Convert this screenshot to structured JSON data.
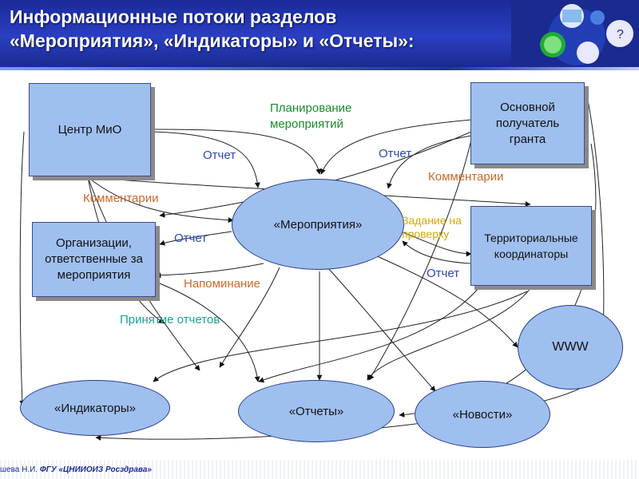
{
  "slide": {
    "title_line1": "Информационные потоки разделов",
    "title_line2": "«Мероприятия», «Индикаторы» и «Отчеты»:",
    "footer_author": "шева Н.И.",
    "footer_org": "ФГУ «ЦНИИОИЗ Росздрава»"
  },
  "nodes": {
    "center_mio": "Центр МиО",
    "main_recipient": "Основной получатель гранта",
    "organizations": "Организации, ответственные за мероприятия",
    "territorial": "Территориальные координаторы",
    "events": "«Мероприятия»",
    "www": "WWW",
    "indicators": "«Индикаторы»",
    "reports": "«Отчеты»",
    "news": "«Новости»"
  },
  "labels": {
    "planning": "Планирование мероприятий",
    "report_1": "Отчет",
    "report_2": "Отчет",
    "report_3": "Отчет",
    "report_4": "Отчет",
    "comments_1": "Комментарии",
    "comments_2": "Комментарии",
    "task_check": "Задание на проверку",
    "reminder": "Напоминание",
    "accept_reports": "Принятие отчетов"
  },
  "colors": {
    "header": "#1b2a9a",
    "node_fill": "#9fbfef",
    "label_blue": "#2b47b5",
    "label_orange": "#c86a2a",
    "label_green": "#1a8c2a",
    "label_aqua": "#14a58f",
    "label_yellow": "#d4a800"
  }
}
